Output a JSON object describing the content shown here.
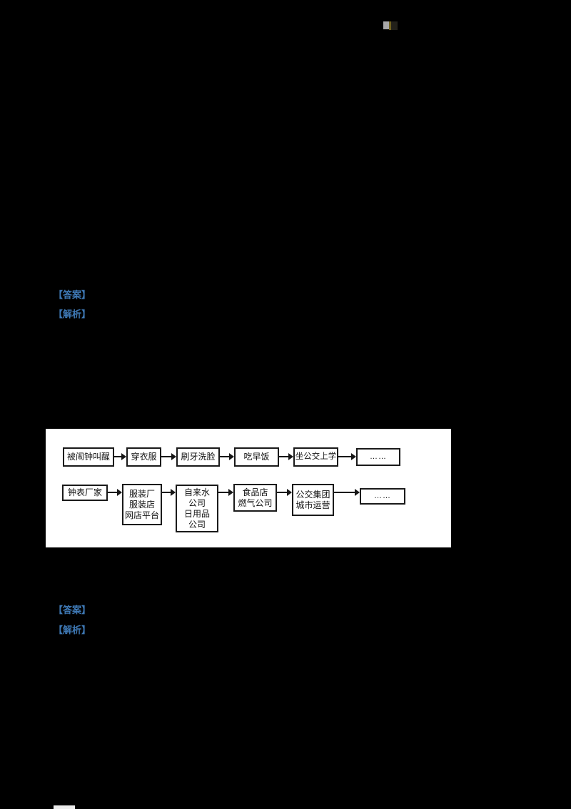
{
  "page": {
    "background_color": "#000000"
  },
  "corner_mark": {
    "gray_color": "#a8a8a8",
    "olive_color": "#6f601d",
    "dark_color": "#23211a"
  },
  "badges": {
    "color": "#3e78b4",
    "items": [
      "【答案】",
      "【解析】",
      "【答案】",
      "【解析】"
    ]
  },
  "flowchart": {
    "panel_background": "#ffffff",
    "row1": [
      "被闹钟叫醒",
      "穿衣服",
      "刷牙洗脸",
      "吃早饭",
      "坐公交上学",
      "……"
    ],
    "row2": [
      "钟表厂家",
      "服装厂\n服装店\n网店平台",
      "自来水\n公司\n日用品\n公司",
      "食品店\n燃气公司",
      "公交集团\n城市运营",
      "……"
    ]
  }
}
